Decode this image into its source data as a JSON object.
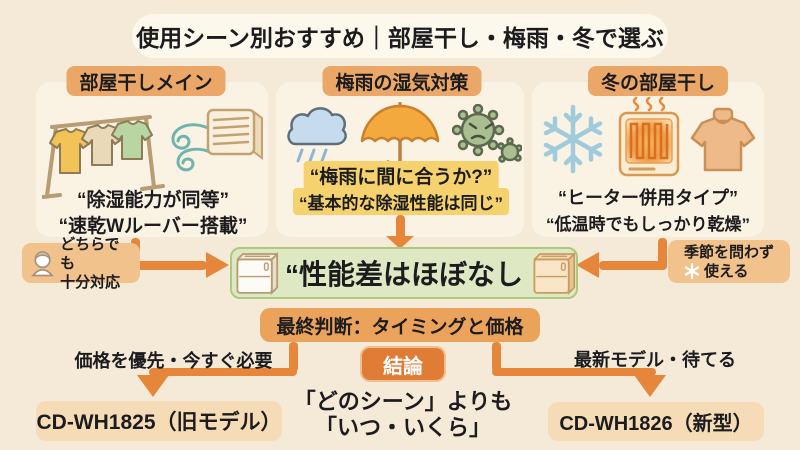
{
  "title": "使用シーン別おすすめ｜部屋干し・梅雨・冬で選ぶ",
  "panels": [
    {
      "header": "部屋干しメイン",
      "icons": [
        "clothes-rack-icon",
        "wind-icon",
        "air-louver-icon"
      ],
      "quotes": [
        "“除湿能力が同等”",
        "“速乾Wルーバー搭載”"
      ]
    },
    {
      "header": "梅雨の湿気対策",
      "icons": [
        "rain-cloud-icon",
        "umbrella-icon",
        "mold-icon"
      ],
      "quotes": [
        "“梅雨に間に合うか?”",
        "“基本的な除湿性能は同じ”"
      ]
    },
    {
      "header": "冬の部屋干し",
      "icons": [
        "snowflake-icon",
        "heater-icon",
        "sweater-icon"
      ],
      "quotes": [
        "“ヒーター併用タイプ”",
        "“低温時でもしっかり乾燥”"
      ]
    }
  ],
  "band": {
    "text": "“性能差はほぼなし",
    "icons": [
      "dehumidifier-white-icon",
      "dehumidifier-beige-icon"
    ]
  },
  "callouts": {
    "left": {
      "icon": "person-icon",
      "line1": "どちらでも",
      "line2": "十分対応"
    },
    "right": {
      "icon": "snowflake-small-icon",
      "line1": "季節を問わず",
      "line2": "使える"
    }
  },
  "decision": {
    "bar": "最終判断：タイミングと価格",
    "left_label": "価格を優先・今すぐ必要",
    "right_label": "最新モデル・待てる",
    "badge": "結論",
    "conclusion_lines": [
      "「どのシーン」よりも",
      "「いつ・いくら」"
    ],
    "models": {
      "left": "CD-WH1825（旧モデル）",
      "right": "CD-WH1826（新型）"
    }
  },
  "colors": {
    "page_bg": "#f5e9d8",
    "panel_bg": "#faf2e3",
    "tag_orange": "#eba767",
    "arrow_orange": "#e5863b",
    "band_green_bg": "#dee9c4",
    "band_green_border": "#abc97f",
    "highlight_yellow": "#f6d26f",
    "callout_orange": "#f2c28c",
    "badge_orange": "#e07c36",
    "model_box_bg": "#f6dcb6",
    "text_black": "#1c1c1e"
  }
}
